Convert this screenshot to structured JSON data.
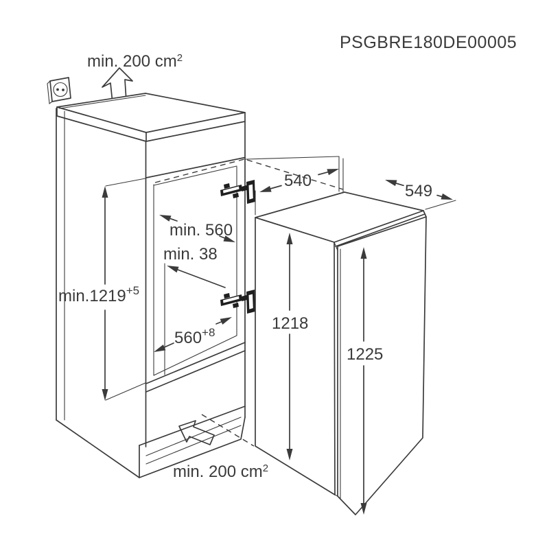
{
  "title": "PSGBRE180DE00005",
  "dimensions": {
    "top_ventilation": {
      "value": "min. 200 cm",
      "sup": "2"
    },
    "bottom_ventilation": {
      "value": "min. 200 cm",
      "sup": "2"
    },
    "niche_width_min": "min. 560",
    "rear_gap_min": "min. 38",
    "niche_height_min": {
      "value": "min.1219",
      "sup": "+5"
    },
    "niche_width_bottom": {
      "value": "560",
      "sup": "+8"
    },
    "appliance_width": "540",
    "appliance_depth": "549",
    "appliance_height": "1218",
    "door_height": "1225"
  },
  "icons": {
    "power_socket": "power-socket",
    "airflow_top": "airflow-arrow-up",
    "airflow_bottom": "airflow-arrow-in",
    "hinges": "door-hinge"
  },
  "colors": {
    "line": "#3b3b3b",
    "text": "#3a3a3a",
    "hinge": "#1f1f1f",
    "background": "#ffffff"
  }
}
